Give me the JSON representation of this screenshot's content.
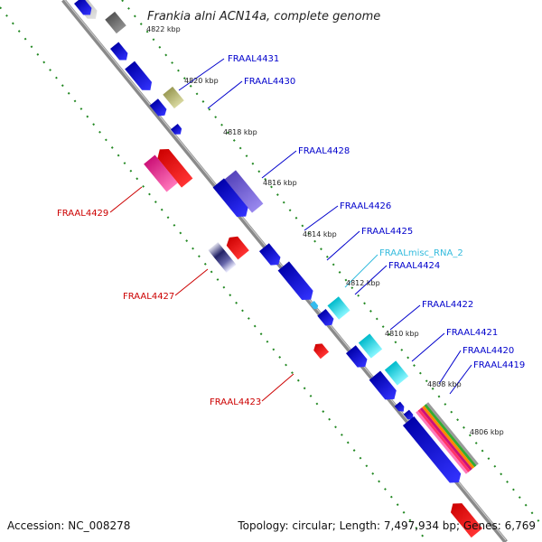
{
  "title": "Frankia alni ACN14a, complete genome",
  "footer": {
    "accession": "Accession: NC_008278",
    "topology": "Topology: circular; Length: 7,497,934 bp; Genes: 6,769"
  },
  "colors": {
    "forward_label": "#0000cc",
    "reverse_label": "#cc0000",
    "misc_rna_label": "#33bbdd",
    "backbone": "#888888",
    "scale": "#228822"
  },
  "scale_ticks": [
    "4822 kbp",
    "4820 kbp",
    "4818 kbp",
    "4816 kbp",
    "4814 kbp",
    "4812 kbp",
    "4810 kbp",
    "4808 kbp",
    "4806 kbp"
  ],
  "labels": {
    "forward": [
      "FRAAL4431",
      "FRAAL4430",
      "FRAAL4428",
      "FRAAL4426",
      "FRAAL4425",
      "FRAAL4424",
      "FRAAL4422",
      "FRAAL4421",
      "FRAAL4420",
      "FRAAL4419"
    ],
    "misc_rna": "FRAALmisc_RNA_2",
    "reverse": [
      "FRAAL4429",
      "FRAAL4427",
      "FRAAL4423"
    ]
  }
}
